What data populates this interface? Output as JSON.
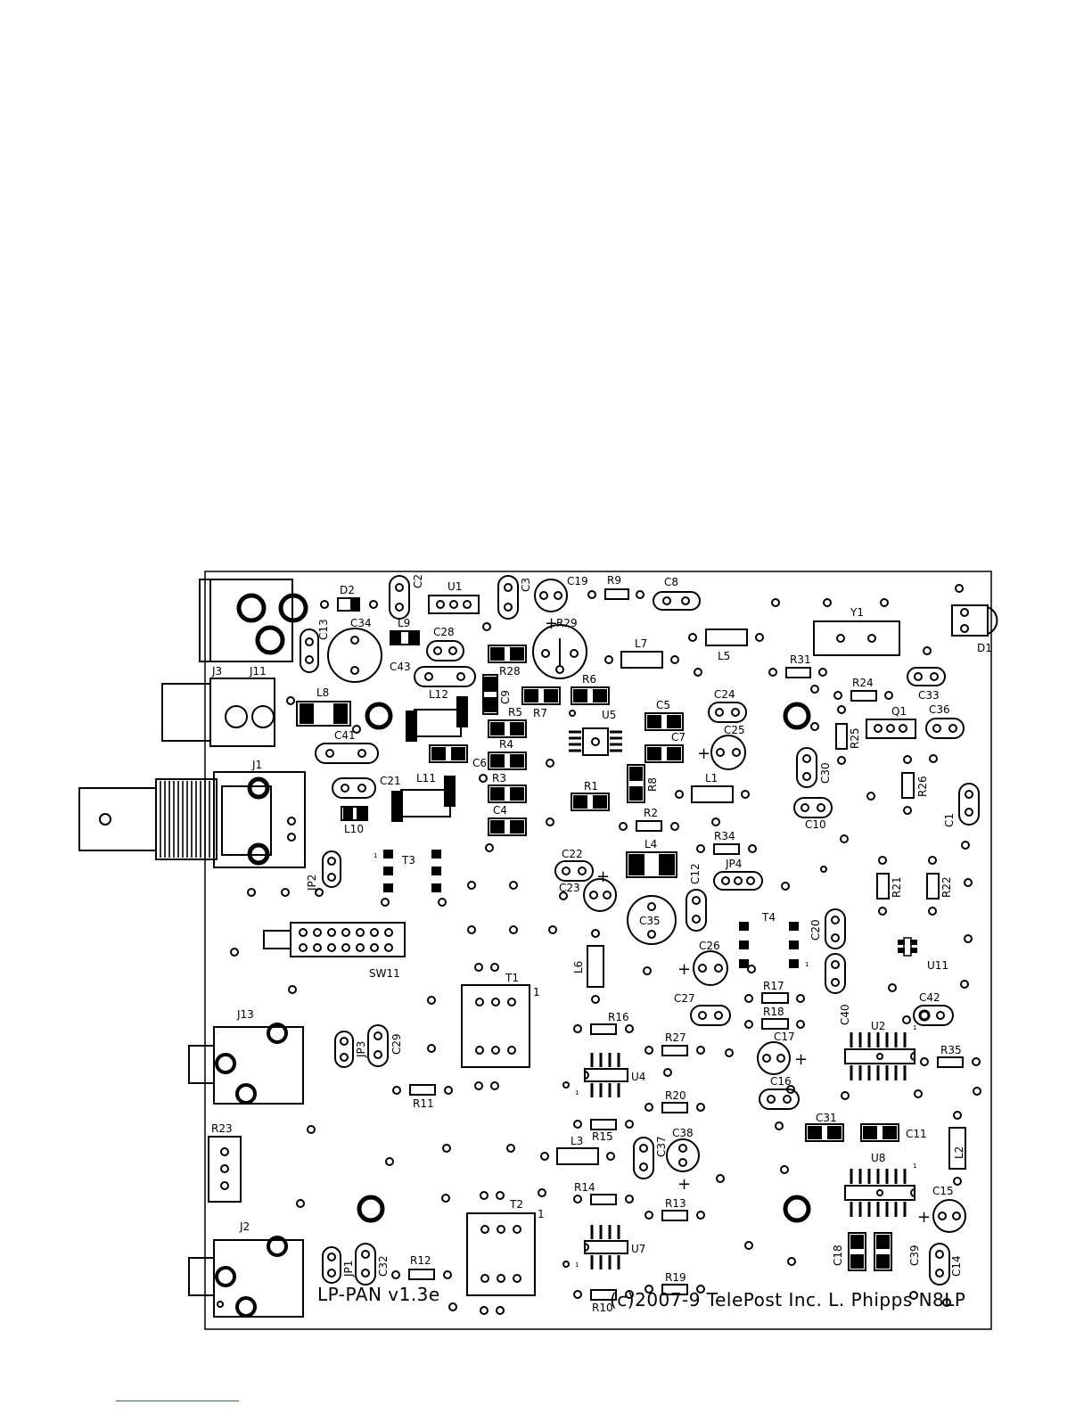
{
  "board": {
    "title": "LP-PAN v1.3e",
    "copyright": "(c)2007-9 TelePost Inc. L. Phipps N8LP"
  },
  "labels": {
    "D2": "D2",
    "C2": "C2",
    "U1": "U1",
    "C3": "C3",
    "C19": "C19",
    "R9": "R9",
    "C8": "C8",
    "Y1": "Y1",
    "D1": "D1",
    "C13": "C13",
    "C34": "C34",
    "L9": "L9",
    "C28": "C28",
    "R29": "R29",
    "L7": "L7",
    "L5": "L5",
    "R31": "R31",
    "R24": "R24",
    "C33": "C33",
    "J3": "J3",
    "J11": "J11",
    "C43": "C43",
    "R28": "R28",
    "R6": "R6",
    "L8": "L8",
    "L12": "L12",
    "C9": "C9",
    "R7": "R7",
    "R5": "R5",
    "C5": "C5",
    "C24": "C24",
    "U5": "U5",
    "C25": "C25",
    "C36": "C36",
    "Q1": "Q1",
    "R25": "R25",
    "C41": "C41",
    "R4": "R4",
    "C7": "C7",
    "J1": "J1",
    "C6": "C6",
    "R3": "R3",
    "C21": "C21",
    "L11": "L11",
    "R8": "R8",
    "L1": "L1",
    "C30": "C30",
    "R26": "R26",
    "R1": "R1",
    "C4": "C4",
    "L10": "L10",
    "R2": "R2",
    "C10": "C10",
    "C1": "C1",
    "T3": "T3",
    "L4": "L4",
    "R34": "R34",
    "C22": "C22",
    "JP2": "JP2",
    "C23": "C23",
    "JP4": "JP4",
    "C12": "C12",
    "R21": "R21",
    "R22": "R22",
    "C35": "C35",
    "T4": "T4",
    "C20": "C20",
    "SW11": "SW11",
    "C26": "C26",
    "L6": "L6",
    "U11": "U11",
    "T1": "T1",
    "R17": "R17",
    "C27": "C27",
    "C40": "C40",
    "R18": "R18",
    "C42": "C42",
    "J13": "J13",
    "JP3": "JP3",
    "C29": "C29",
    "R16": "R16",
    "C17": "C17",
    "U2": "U2",
    "R27": "R27",
    "R35": "R35",
    "U4": "U4",
    "R11": "R11",
    "C16": "C16",
    "R20": "R20",
    "R23": "R23",
    "C31": "C31",
    "C11": "C11",
    "R15": "R15",
    "C38": "C38",
    "C37": "C37",
    "L3": "L3",
    "L2": "L2",
    "U8": "U8",
    "R14": "R14",
    "T2": "T2",
    "C15": "C15",
    "R13": "R13",
    "J2": "J2",
    "U7": "U7",
    "C18": "C18",
    "C39": "C39",
    "C14": "C14",
    "JP1": "JP1",
    "C32": "C32",
    "R12": "R12",
    "R19": "R19",
    "R10": "R10",
    "pin1": "1",
    "plus": "+"
  },
  "colors": {
    "ink": "#000000",
    "paper": "#ffffff",
    "rule": "#3355cc"
  }
}
